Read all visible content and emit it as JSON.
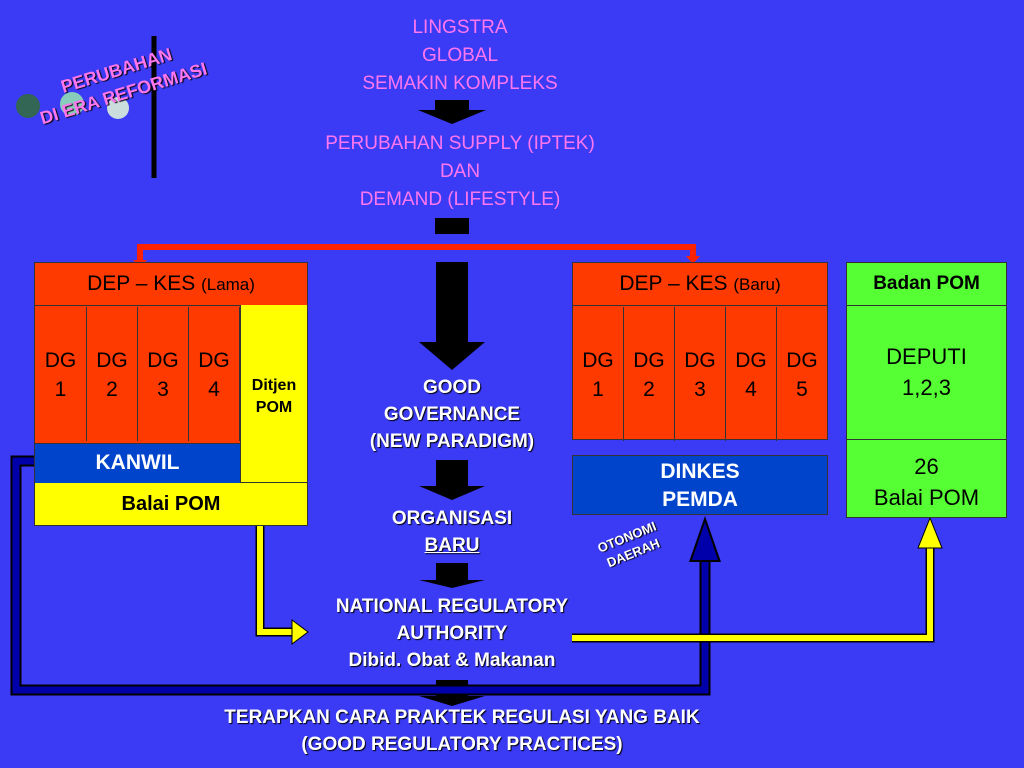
{
  "corner": {
    "line1": "PERUBAHAN",
    "line2": "DI ERA REFORMASI"
  },
  "top": {
    "l1": "LINGSTRA",
    "l2": "GLOBAL",
    "l3": "SEMAKIN KOMPLEKS",
    "s1": "PERUBAHAN SUPPLY (IPTEK)",
    "s2": "DAN",
    "s3": "DEMAND (LIFESTYLE)"
  },
  "left": {
    "title": "DEP – KES",
    "title_note": "(Lama)",
    "dg": [
      {
        "a": "DG",
        "b": "1"
      },
      {
        "a": "DG",
        "b": "2"
      },
      {
        "a": "DG",
        "b": "3"
      },
      {
        "a": "DG",
        "b": "4"
      }
    ],
    "ditjen1": "Ditjen",
    "ditjen2": "POM",
    "kanwil": "KANWIL",
    "balai": "Balai POM"
  },
  "right": {
    "title": "DEP – KES",
    "title_note": "(Baru)",
    "dg": [
      {
        "a": "DG",
        "b": "1"
      },
      {
        "a": "DG",
        "b": "2"
      },
      {
        "a": "DG",
        "b": "3"
      },
      {
        "a": "DG",
        "b": "4"
      },
      {
        "a": "DG",
        "b": "5"
      }
    ],
    "dinkes1": "DINKES",
    "dinkes2": "PEMDA"
  },
  "badan": {
    "title": "Badan POM",
    "deputi1": "DEPUTI",
    "deputi2": "1,2,3",
    "balai1": "26",
    "balai2": "Balai POM"
  },
  "center": {
    "gg1": "GOOD",
    "gg2": "GOVERNANCE",
    "gg3": "(NEW PARADIGM)",
    "org1": "ORGANISASI",
    "org2": "BARU",
    "nra1": "NATIONAL REGULATORY",
    "nra2": "AUTHORITY",
    "nra3": "Dibid. Obat & Makanan",
    "grp1": "TERAPKAN CARA PRAKTEK REGULASI YANG BAIK",
    "grp2": "(GOOD REGULATORY PRACTICES)"
  },
  "otonomi": {
    "l1": "OTONOMI",
    "l2": "DAERAH"
  },
  "colors": {
    "background": "#3b3bf5",
    "red": "#ff3a00",
    "yellow": "#ffff00",
    "green": "#55ff33",
    "navy": "#0000aa",
    "pink": "#ff77ee"
  }
}
